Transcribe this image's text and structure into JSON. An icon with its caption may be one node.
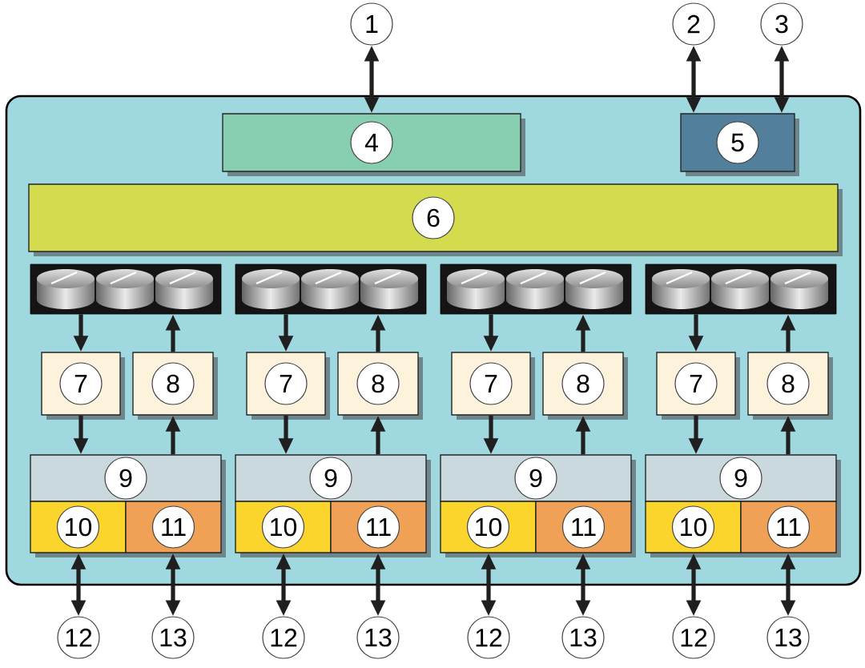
{
  "diagram": {
    "nodes": [
      {
        "text": [
          "1"
        ]
      },
      {
        "text": [
          "2"
        ]
      },
      {
        "text": [
          "3"
        ]
      },
      {
        "text": [],
        "shape": "box"
      },
      {
        "text": [
          "4"
        ],
        "in": 3
      },
      {
        "text": [
          "5"
        ],
        "in": 3
      },
      {
        "text": [
          "6"
        ],
        "in": 3
      },
      {
        "text": [],
        "shape": "picture",
        "in": 3
      },
      {
        "text": [],
        "shape": "picture",
        "in": 3
      },
      {
        "text": [],
        "shape": "picture",
        "in": 3
      },
      {
        "text": [],
        "shape": "picture",
        "in": 3
      },
      {
        "text": [
          "7"
        ],
        "in": 3
      },
      {
        "text": [
          "8"
        ],
        "in": 3
      },
      {
        "text": [
          "7"
        ],
        "in": 3
      },
      {
        "text": [
          "8"
        ],
        "in": 3
      },
      {
        "text": [
          "7"
        ],
        "in": 3
      },
      {
        "text": [
          "8"
        ],
        "in": 3
      },
      {
        "text": [
          "7"
        ],
        "in": 3
      },
      {
        "text": [
          "8"
        ],
        "in": 3
      },
      {
        "text": [
          "9"
        ],
        "in": 3
      },
      {
        "text": [
          "9"
        ],
        "in": 3
      },
      {
        "text": [
          "9"
        ],
        "in": 3
      },
      {
        "text": [
          "9"
        ],
        "in": 3
      },
      {
        "text": [
          "10"
        ],
        "in": 3
      },
      {
        "text": [
          "11"
        ],
        "in": 3
      },
      {
        "text": [
          "10"
        ],
        "in": 3
      },
      {
        "text": [
          "11"
        ],
        "in": 3
      },
      {
        "text": [
          "10"
        ],
        "in": 3
      },
      {
        "text": [
          "11"
        ],
        "in": 3
      },
      {
        "text": [
          "10"
        ],
        "in": 3
      },
      {
        "text": [
          "11"
        ],
        "in": 3
      },
      {
        "text": [
          "12"
        ]
      },
      {
        "text": [
          "13"
        ]
      },
      {
        "text": [
          "12"
        ]
      },
      {
        "text": [
          "13"
        ]
      },
      {
        "text": [
          "12"
        ]
      },
      {
        "text": [
          "13"
        ]
      },
      {
        "text": [
          "12"
        ]
      },
      {
        "text": [
          "13"
        ]
      }
    ],
    "edges": [
      {
        "from": 0,
        "to": 4,
        "arrow": "both"
      },
      {
        "from": 1,
        "to": 5,
        "arrow": "both"
      },
      {
        "from": 2,
        "to": 5,
        "arrow": "both"
      },
      {
        "from": 7,
        "to": 11,
        "arrow": "to"
      },
      {
        "from": 12,
        "to": 7,
        "arrow": "to"
      },
      {
        "from": 11,
        "to": 19,
        "arrow": "to"
      },
      {
        "from": 19,
        "to": 12,
        "arrow": "to"
      },
      {
        "from": 23,
        "to": 31,
        "arrow": "both"
      },
      {
        "from": 24,
        "to": 32,
        "arrow": "both"
      },
      {
        "from": 8,
        "to": 13,
        "arrow": "to"
      },
      {
        "from": 14,
        "to": 8,
        "arrow": "to"
      },
      {
        "from": 13,
        "to": 20,
        "arrow": "to"
      },
      {
        "from": 20,
        "to": 14,
        "arrow": "to"
      },
      {
        "from": 25,
        "to": 33,
        "arrow": "both"
      },
      {
        "from": 26,
        "to": 34,
        "arrow": "both"
      },
      {
        "from": 9,
        "to": 15,
        "arrow": "to"
      },
      {
        "from": 16,
        "to": 9,
        "arrow": "to"
      },
      {
        "from": 15,
        "to": 21,
        "arrow": "to"
      },
      {
        "from": 21,
        "to": 16,
        "arrow": "to"
      },
      {
        "from": 27,
        "to": 35,
        "arrow": "both"
      },
      {
        "from": 28,
        "to": 36,
        "arrow": "both"
      },
      {
        "from": 10,
        "to": 17,
        "arrow": "to"
      },
      {
        "from": 18,
        "to": 10,
        "arrow": "to"
      },
      {
        "from": 17,
        "to": 22,
        "arrow": "to"
      },
      {
        "from": 22,
        "to": 18,
        "arrow": "to"
      },
      {
        "from": 29,
        "to": 37,
        "arrow": "both"
      },
      {
        "from": 30,
        "to": 38,
        "arrow": "both"
      }
    ]
  }
}
